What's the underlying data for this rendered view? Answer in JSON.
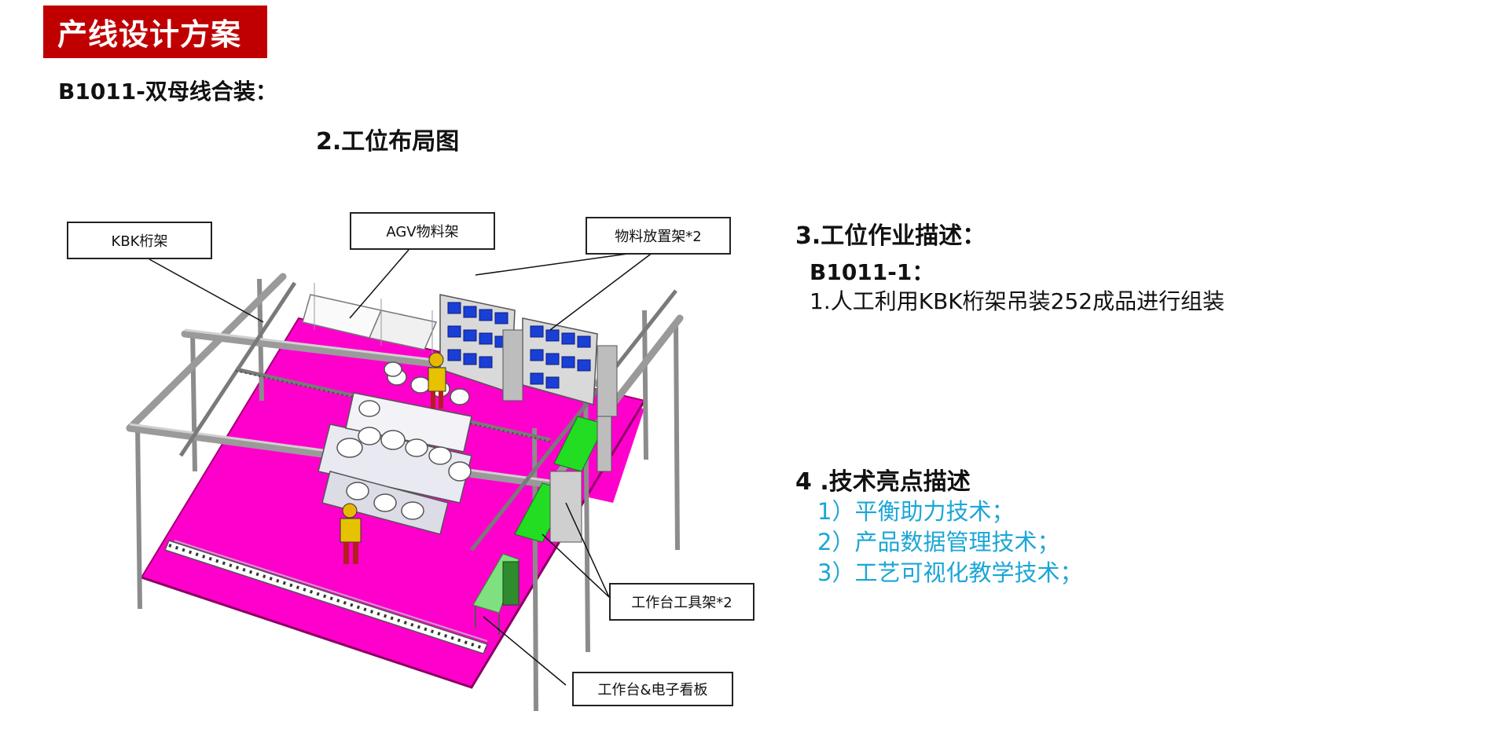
{
  "header": {
    "title": "产线设计方案"
  },
  "subtitle": "B1011-双母线合装：",
  "layout": {
    "title": "2.工位布局图"
  },
  "callouts": {
    "kbk": "KBK桁架",
    "agv": "AGV物料架",
    "material_rack": "物料放置架*2",
    "tool_rack": "工作台工具架*2",
    "workbench": "工作台&电子看板"
  },
  "operation": {
    "heading": "3.工位作业描述：",
    "station": "B1011-1：",
    "step": "1.人工利用KBK桁架吊装252成品进行组装"
  },
  "tech": {
    "heading": "4 .技术亮点描述",
    "items": [
      "1）平衡助力技术；",
      "2）产品数据管理技术；",
      "3）工艺可视化教学技术；"
    ]
  },
  "colors": {
    "banner": "#c00000",
    "floor": "#ff00cc",
    "highlight_text": "#1ba6d6",
    "rack_bins": "#1a3fd6",
    "workbench_green": "#22dd22"
  }
}
